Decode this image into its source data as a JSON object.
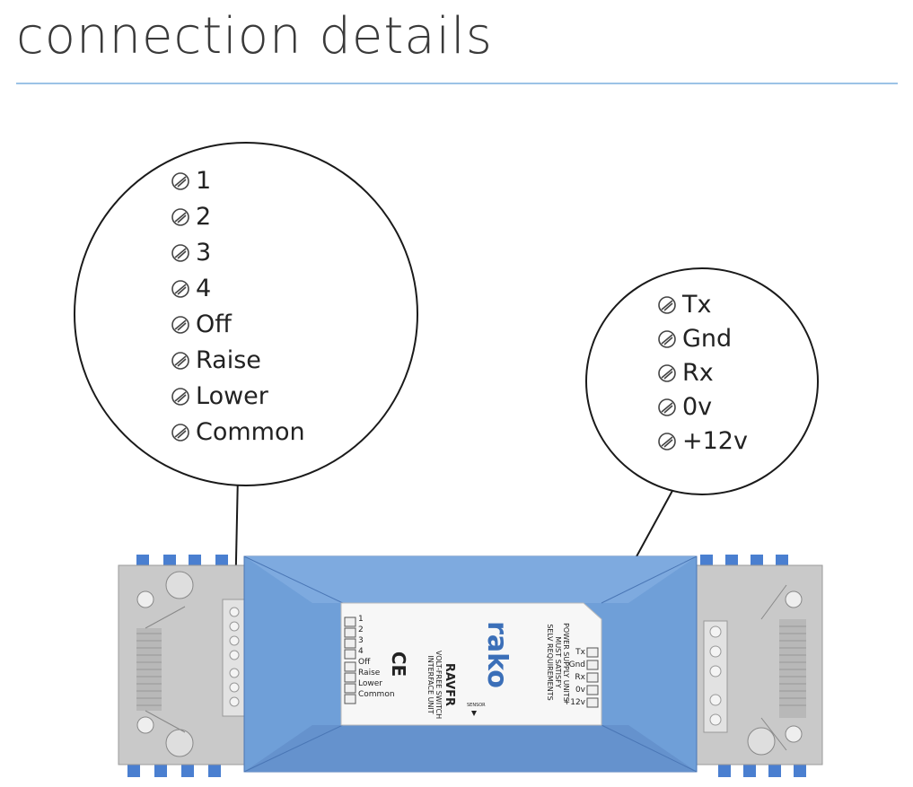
{
  "title": "connection details",
  "left_callout": {
    "terminals": [
      "1",
      "2",
      "3",
      "4",
      "Off",
      "Raise",
      "Lower",
      "Common"
    ]
  },
  "right_callout": {
    "terminals": [
      "Tx",
      "Gnd",
      "Rx",
      "0v",
      "+12v"
    ]
  },
  "device": {
    "brand": "rako",
    "model": "RAVFR",
    "description_line1": "VOLT-FREE SWITCH",
    "description_line2": "INTERFACE UNIT",
    "ce_mark": "CE",
    "psu_line1": "POWER SUPPLY UNITS",
    "psu_line2": "MUST SATISFY",
    "psu_line3": "SELV REQUIREMENTS",
    "small_label": "SENSOR",
    "left_labels": [
      "1",
      "2",
      "3",
      "4",
      "Off",
      "Raise",
      "Lower",
      "Common"
    ],
    "right_labels": [
      "Tx",
      "Gnd",
      "Rx",
      "0v",
      "+12v"
    ]
  },
  "colors": {
    "accent_rule": "#9cc3e6",
    "device_blue": "#6f9fd8",
    "device_grey": "#c8c8c8",
    "tab_blue": "#4a7fd0"
  }
}
